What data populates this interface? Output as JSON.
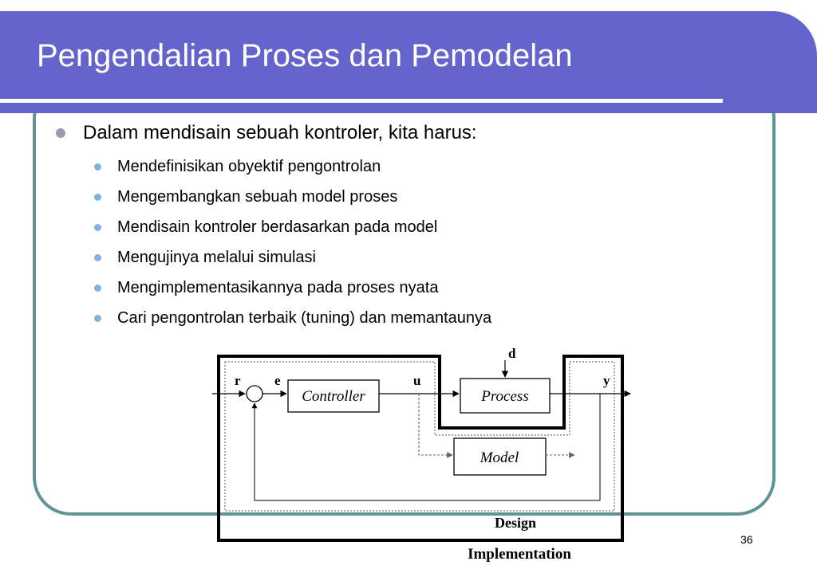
{
  "slide": {
    "title": "Pengendalian Proses dan Pemodelan",
    "page_number": "36",
    "accent_color": "#6464cc",
    "frame_color": "#5f9495"
  },
  "content": {
    "main_bullet": "Dalam mendisain sebuah kontroler, kita harus:",
    "sub_bullets": [
      "Mendefinisikan obyektif pengontrolan",
      "Mengembangkan sebuah model proses",
      "Mendisain kontroler berdasarkan pada model",
      "Mengujinya melalui simulasi",
      "Mengimplementasikannya pada proses nyata",
      "Cari pengontrolan terbaik (tuning) dan memantaunya"
    ]
  },
  "diagram": {
    "blocks": {
      "controller": "Controller",
      "process": "Process",
      "model": "Model"
    },
    "signals": {
      "r": "r",
      "e": "e",
      "u": "u",
      "d": "d",
      "y": "y"
    },
    "regions": {
      "design": "Design",
      "implementation": "Implementation"
    }
  }
}
